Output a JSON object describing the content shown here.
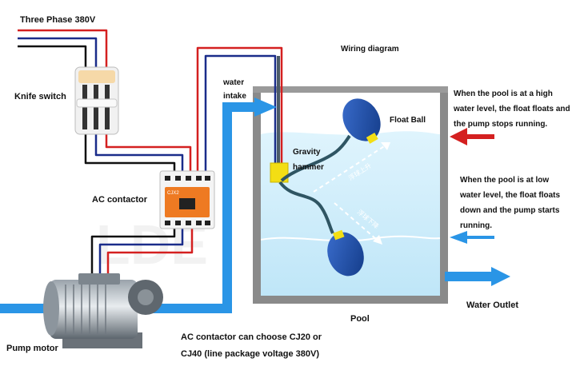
{
  "labels": {
    "three_phase": "Three Phase 380V",
    "knife_switch": "Knife switch",
    "ac_contactor": "AC contactor",
    "pump_motor": "Pump motor",
    "water_intake": "water intake",
    "wiring_diagram": "Wiring diagram",
    "float_ball": "Float Ball",
    "gravity_hammer": "Gravity hammer",
    "pool": "Pool",
    "water_outlet": "Water Outlet",
    "high_level_note": "When the pool is at a high water level, the float floats and the pump stops running.",
    "low_level_note": "When the pool is at low water level, the float floats down and the pump starts running.",
    "contactor_note": "AC contactor can choose CJ20 or CJ40 (line package voltage 380V)",
    "contactor_brand": "CJX2",
    "arrow_text_upper": "浮球上升",
    "arrow_text_lower": "浮球下降",
    "watermark": "LDE"
  },
  "colors": {
    "wire_red": "#d42020",
    "wire_blue": "#1a2c8a",
    "wire_black": "#111111",
    "pipe_blue": "#2a95e6",
    "water_light": "#cfeefb",
    "pool_wall": "#8a8a8a",
    "float_blue": "#1f4fa8",
    "hammer_yellow": "#f3de14",
    "contactor_orange": "#ee7a22",
    "arrow_red": "#d42020"
  }
}
